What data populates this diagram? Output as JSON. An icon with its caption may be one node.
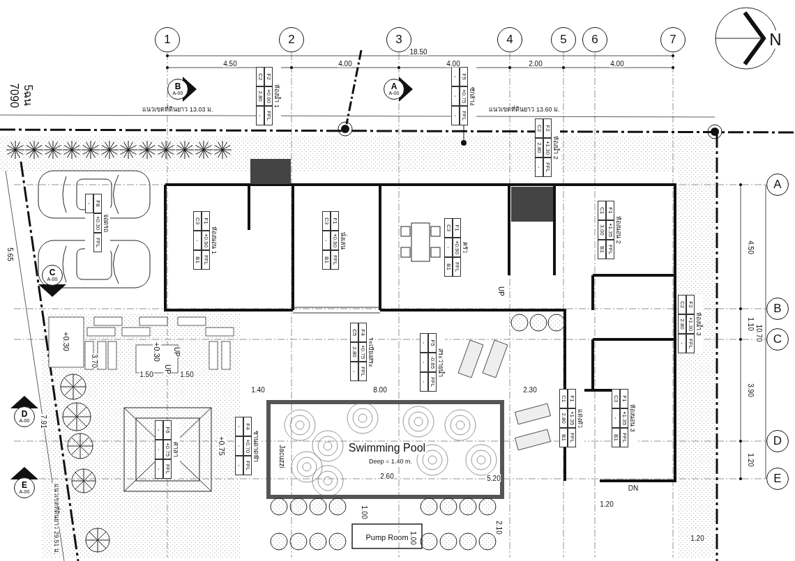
{
  "diagram": {
    "nodes": [
      {
        "text": [
          "1"
        ]
      },
      {
        "text": [
          "2"
        ]
      },
      {
        "text": [
          "3"
        ]
      },
      {
        "text": [
          "4"
        ]
      },
      {
        "text": [
          "5"
        ]
      },
      {
        "text": [
          "6"
        ]
      },
      {
        "text": [
          "7"
        ]
      },
      {
        "text": [
          "B",
          "A-00"
        ]
      },
      {
        "text": [
          "ห้องน้ำ 1",
          "F2",
          "+0.90",
          "FFL",
          "C2",
          "2.80",
          "-"
        ]
      },
      {
        "text": [
          "A",
          "A-00"
        ]
      },
      {
        "text": [
          "ซักล้าง",
          "F5",
          "+0.75",
          "FFL",
          "-",
          "-",
          "-"
        ]
      },
      {
        "text": [
          "ห้องน้ำ 2",
          "F2",
          "+1.30",
          "FFL",
          "C2",
          "2.80",
          "-"
        ]
      },
      {
        "text": [
          "A"
        ]
      },
      {
        "text": [
          "จอดรถ",
          "F8",
          "+0.30",
          "FFL",
          "-"
        ]
      },
      {
        "text": [
          "ห้องนอน 1",
          "F1",
          "+0.90",
          "FFL",
          "C3",
          "-",
          "B1"
        ]
      },
      {
        "text": [
          "นั่งเล่น",
          "F1",
          "+0.90",
          "FFL",
          "C3",
          "-",
          "B1"
        ]
      },
      {
        "text": [
          "ครัว",
          "F1",
          "+0.90",
          "FFL",
          "C3",
          "-",
          "B1"
        ]
      },
      {
        "text": [
          "ห้องนอน 2",
          "F1",
          "+1.35",
          "FFL",
          "C1",
          "3.00",
          "B1"
        ]
      },
      {
        "text": [
          "C",
          "A-00"
        ]
      },
      {
        "text": [
          "B"
        ]
      },
      {
        "text": [
          "C"
        ]
      },
      {
        "text": [
          "ระเบียงสระ",
          "F4",
          "+0.75",
          "FFL",
          "C5",
          "2.80",
          "-"
        ]
      },
      {
        "text": [
          "สระว่ายน้ำ",
          "F5",
          "-0.65",
          "FFL",
          "-",
          "-",
          "-"
        ]
      },
      {
        "text": [
          "แต่งตัว",
          "F1",
          "+1.35",
          "FFL",
          "C1",
          "2.80",
          "B1"
        ]
      },
      {
        "text": [
          "ห้องน้ำ 3",
          "F2",
          "+1.30",
          "FFL",
          "C2",
          "2.80",
          "-"
        ]
      },
      {
        "text": [
          "ห้องนอน 3",
          "F1",
          "+1.35",
          "FFL",
          "C3",
          "-",
          "B1"
        ]
      },
      {
        "text": [
          "D",
          "A-00"
        ]
      },
      {
        "text": [
          "ศาลา",
          "F6",
          "+0.75",
          "FFL",
          "-",
          "-",
          "-"
        ]
      },
      {
        "text": [
          "ชานดาดฟ้า",
          "F4",
          "+0.70",
          "FFL",
          "-",
          "-",
          "-"
        ]
      },
      {
        "text": [
          "D"
        ]
      },
      {
        "text": [
          "E",
          "A-00"
        ]
      },
      {
        "text": [
          "E"
        ]
      },
      {
        "text": [],
        "shape": "circle"
      }
    ],
    "edges": [
      {
        "from": 10,
        "to": 32,
        "arrow": "none"
      }
    ],
    "labels": [
      "N",
      "18.50",
      "4.50",
      "4.00",
      "4.00",
      "2.00",
      "4.00",
      "7090",
      "5ฉน",
      "แนวเขตที่ดินยาว 13.03 ม.",
      "แนวเขตที่ดินยาว 13.60 ม.",
      "5.65",
      "UP",
      "4.50",
      "1.10",
      "10.70",
      "+0.30",
      "+0.30",
      "UP",
      "UP",
      "3.70",
      "1.50",
      "1.50",
      "1.40",
      "8.00",
      "2.30",
      "3.90",
      "7.91",
      "+0.75",
      "Swimming Pool",
      "Deep = 1.40 m.",
      "Jacuzzi",
      "2.60",
      "5.20",
      "1.20",
      "แนวเขตที่ดินยาว 29.51 ม.",
      "DN",
      "1.20",
      "1.00",
      "2.10",
      "Pump Room",
      "1.00",
      "1.20"
    ]
  }
}
